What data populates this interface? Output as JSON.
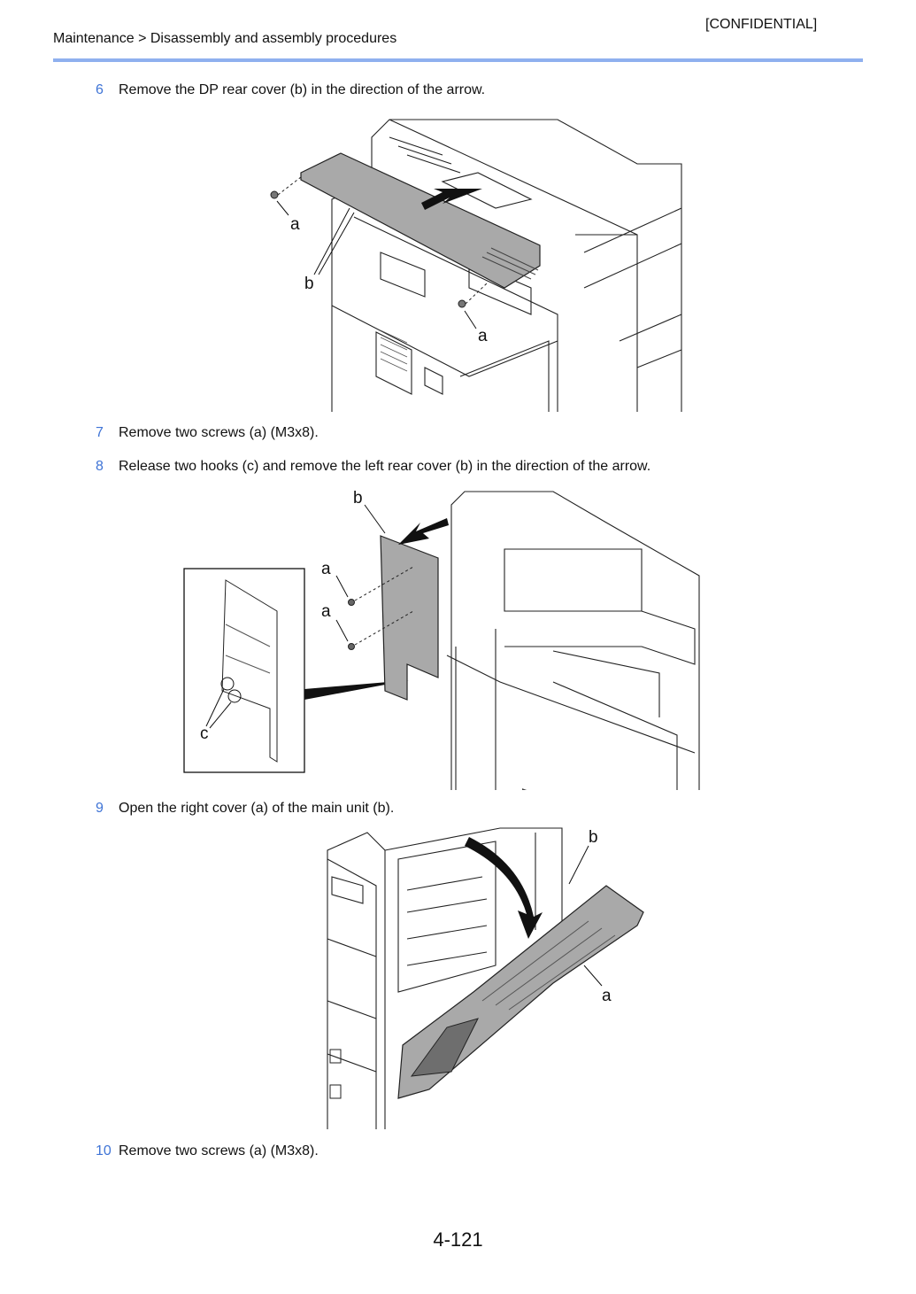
{
  "header": {
    "confidential": "[CONFIDENTIAL]",
    "breadcrumb": "Maintenance > Disassembly and assembly procedures"
  },
  "steps": [
    {
      "num": "6",
      "text": "Remove the DP rear cover (b) in the direction of the arrow."
    },
    {
      "num": "7",
      "text": "Remove two screws (a) (M3x8)."
    },
    {
      "num": "8",
      "text": "Release two hooks (c) and remove the left rear cover (b) in the direction of the arrow."
    },
    {
      "num": "9",
      "text": "Open the right cover (a) of the main unit (b)."
    },
    {
      "num": "10",
      "text": "Remove two screws (a) (M3x8)."
    }
  ],
  "figures": {
    "fig1": {
      "labels": [
        "a",
        "b",
        "a"
      ]
    },
    "fig2": {
      "labels": [
        "b",
        "a",
        "a",
        "c"
      ]
    },
    "fig3": {
      "labels": [
        "b",
        "a"
      ]
    }
  },
  "footer": {
    "page_number": "4-121"
  },
  "colors": {
    "accent": "#3f74d6",
    "rule": "#8fb0ef",
    "cover_fill": "#a9a9a9"
  }
}
